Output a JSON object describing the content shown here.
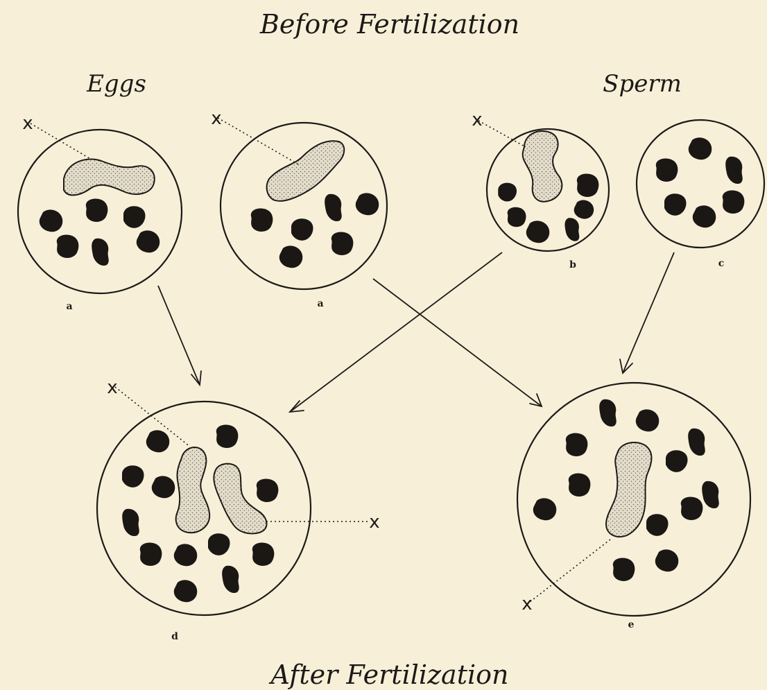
{
  "titles": {
    "top": "Before Fertilization",
    "bottom": "After Fertilization",
    "eggs": "Eggs",
    "sperm": "Sperm"
  },
  "cell_labels": {
    "egg1": "a",
    "egg2": "a",
    "sperm1": "b",
    "sperm2": "c",
    "zygote_female": "d",
    "zygote_male": "e"
  },
  "x_marker": "x",
  "colors": {
    "paper": "#f7efd8",
    "ink": "#1c1a17"
  }
}
